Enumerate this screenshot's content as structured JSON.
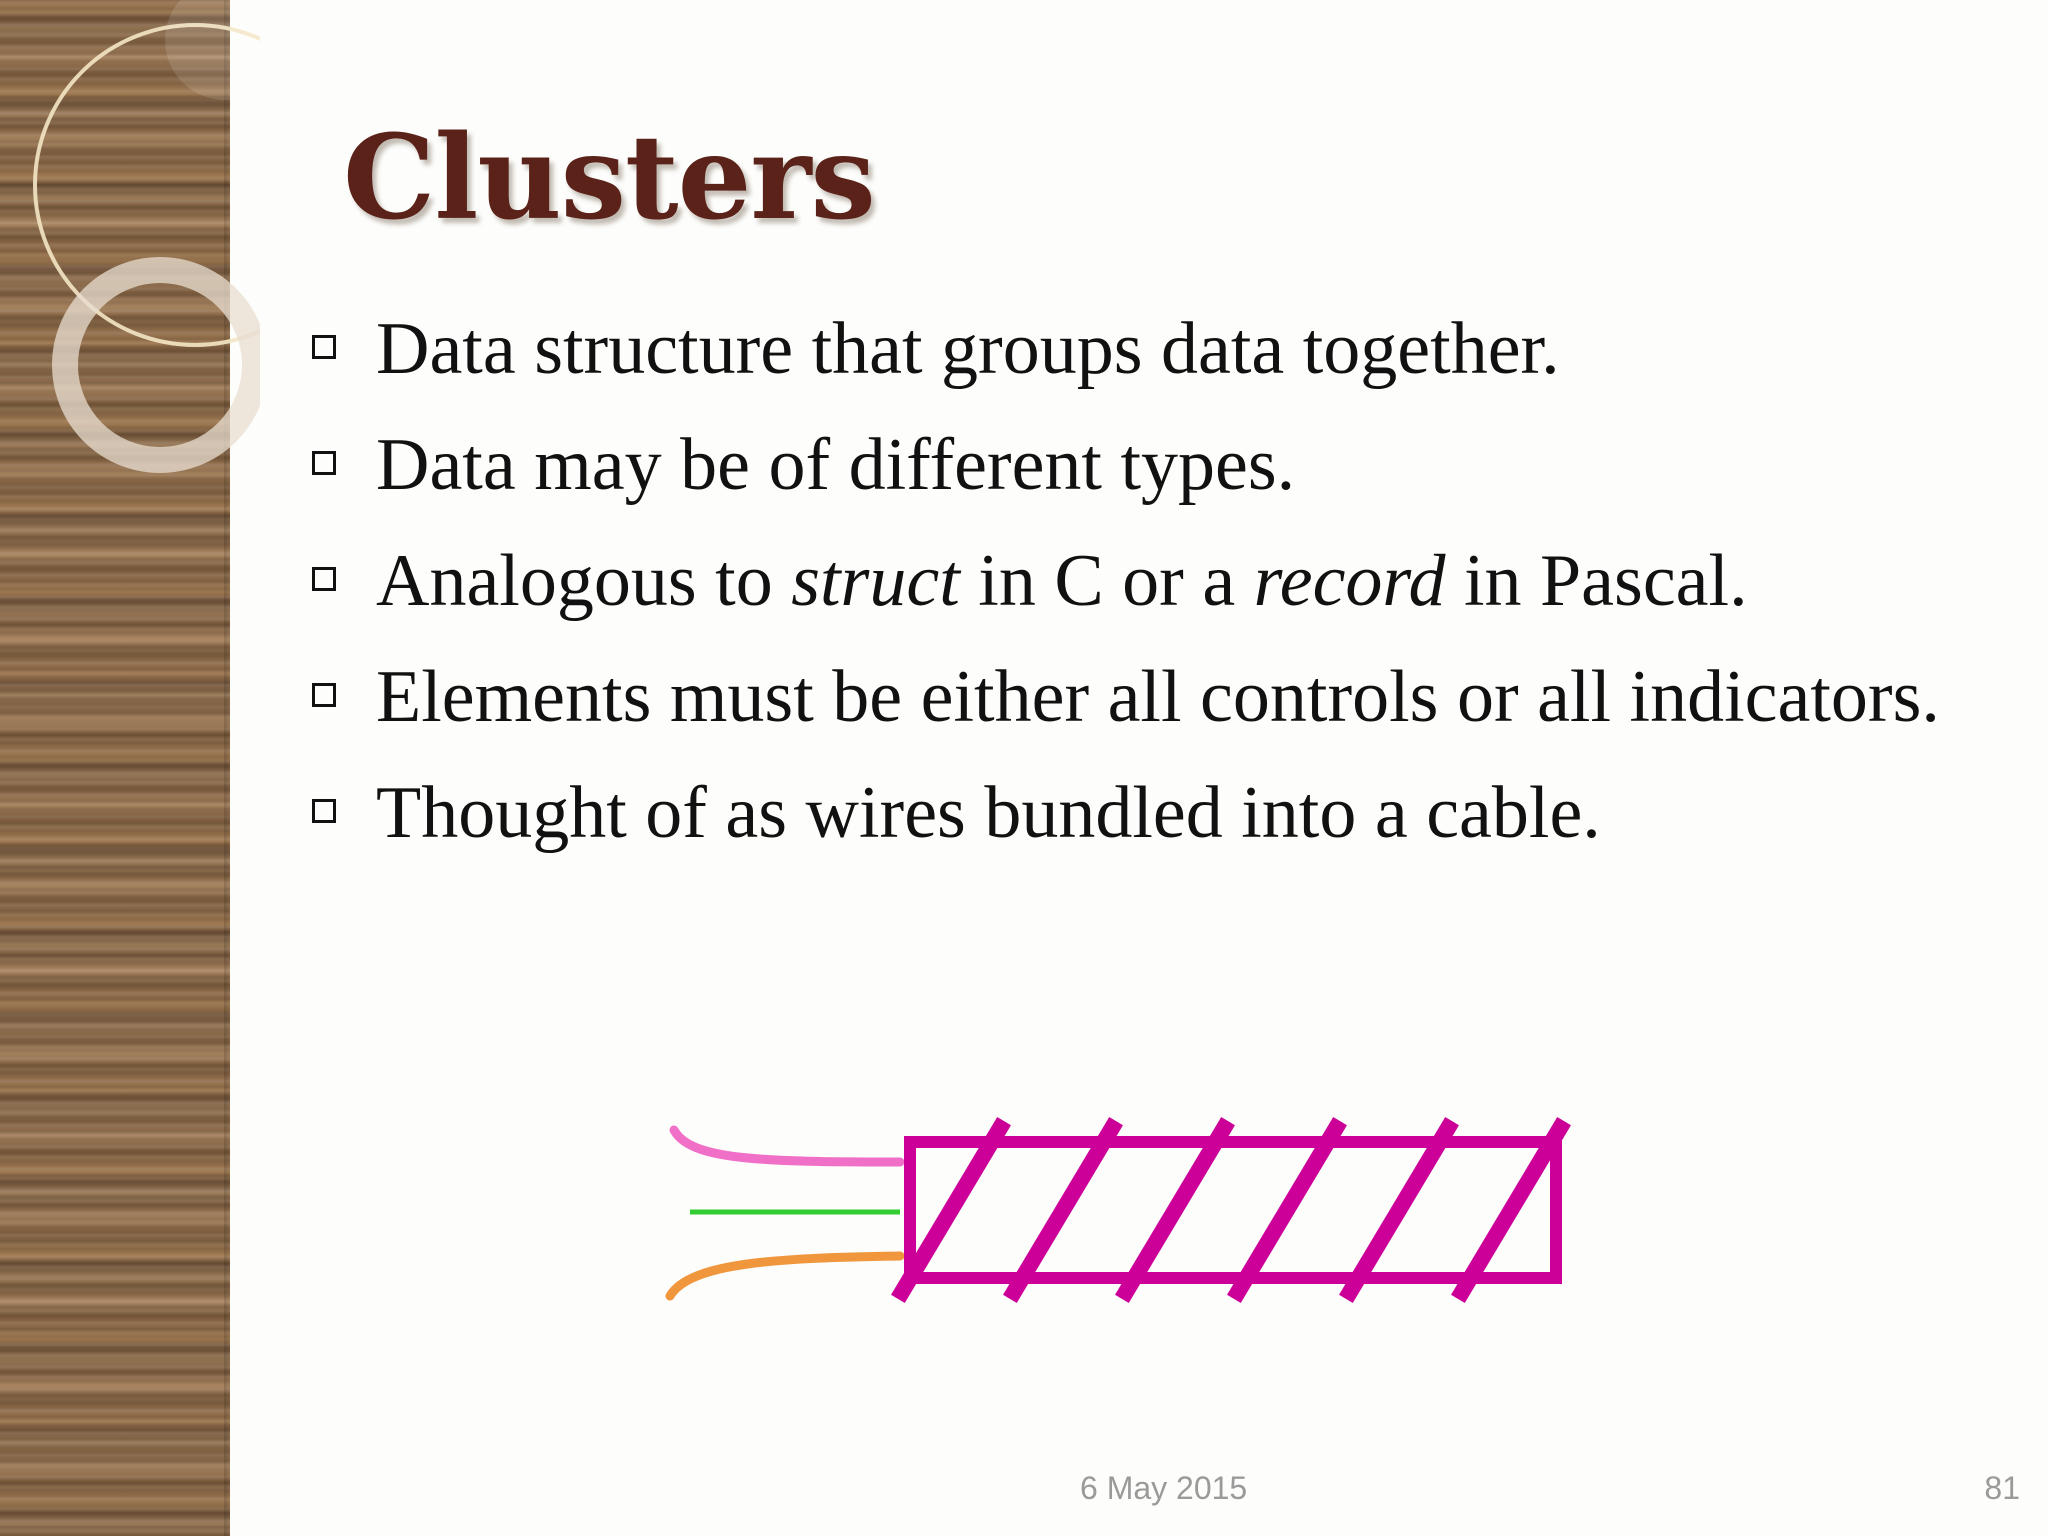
{
  "slide": {
    "title": "Clusters",
    "bullets": [
      {
        "text": "Data structure that groups data together."
      },
      {
        "text": "Data may be of different types."
      },
      {
        "parts": [
          "Analogous to ",
          "struct",
          " in C or a ",
          "record",
          " in Pascal."
        ]
      },
      {
        "text": "Elements must be either all controls or all indicators."
      },
      {
        "text": "Thought of as wires bundled into a cable."
      }
    ],
    "footer": {
      "date": "6 May 2015",
      "page_number": "81"
    }
  },
  "colors": {
    "title": "#5a2218",
    "cable": "#cc0099",
    "wire_pink": "#f070c8",
    "wire_green": "#33cc33",
    "wire_orange": "#f0963c",
    "wood": "#8a6a4a"
  },
  "icons": {
    "bullet": "square-checkbox-bullet-icon"
  }
}
